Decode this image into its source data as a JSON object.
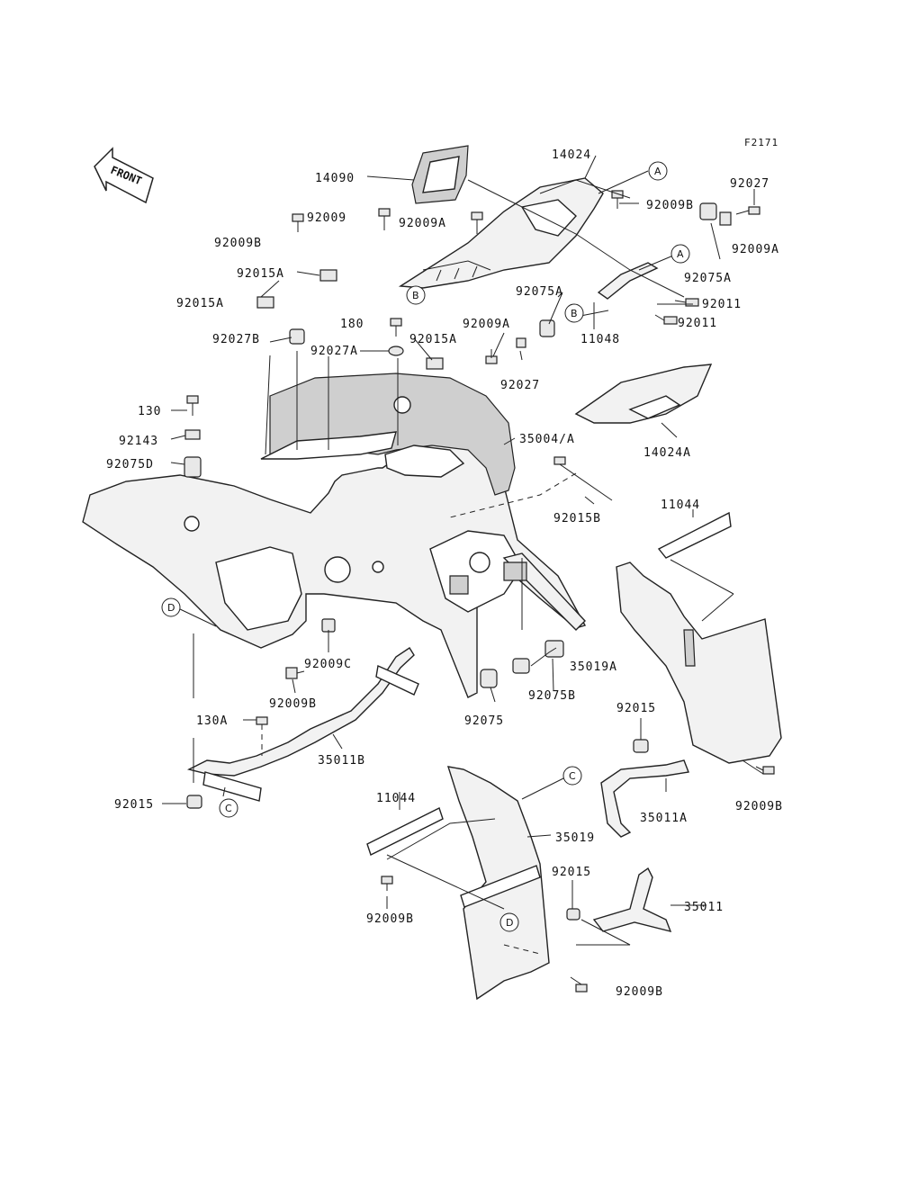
{
  "figure_code": "F2171",
  "front_arrow_label": "FRONT",
  "parts": {
    "p14090": "14090",
    "p14024": "14024",
    "p92009": "92009",
    "p92009a_1": "92009A",
    "p92009b_1": "92009B",
    "p92027_1": "92027",
    "p92009a_2": "92009A",
    "p92009b_2": "92009B",
    "p92075a_1": "92075A",
    "p92015a_1": "92015A",
    "p92015a_2": "92015A",
    "p92011_1": "92011",
    "p92075a_2": "92075A",
    "p92011_2": "92011",
    "p180": "180",
    "p92027b": "92027B",
    "p92027a": "92027A",
    "p92015a_3": "92015A",
    "p92009a_3": "92009A",
    "p11048": "11048",
    "p92027_2": "92027",
    "p130": "130",
    "p35004a": "35004/A",
    "p92143": "92143",
    "p14024a": "14024A",
    "p92075d": "92075D",
    "p92015b": "92015B",
    "p11044_1": "11044",
    "p92009c": "92009C",
    "p35019a": "35019A",
    "p92009b_3": "92009B",
    "p92075b": "92075B",
    "p130a": "130A",
    "p92075": "92075",
    "p92015_1": "92015",
    "p35011b": "35011B",
    "p92015_2": "92015",
    "p92009b_4": "92009B",
    "p11044_2": "11044",
    "p35011a": "35011A",
    "p35019": "35019",
    "p92015_3": "92015",
    "p92009b_5": "92009B",
    "p35011": "35011",
    "p92009b_6": "92009B"
  },
  "callouts": {
    "a1": "A",
    "a2": "A",
    "b1": "B",
    "b2": "B",
    "c1": "C",
    "c2": "C",
    "d1": "D",
    "d2": "D"
  }
}
